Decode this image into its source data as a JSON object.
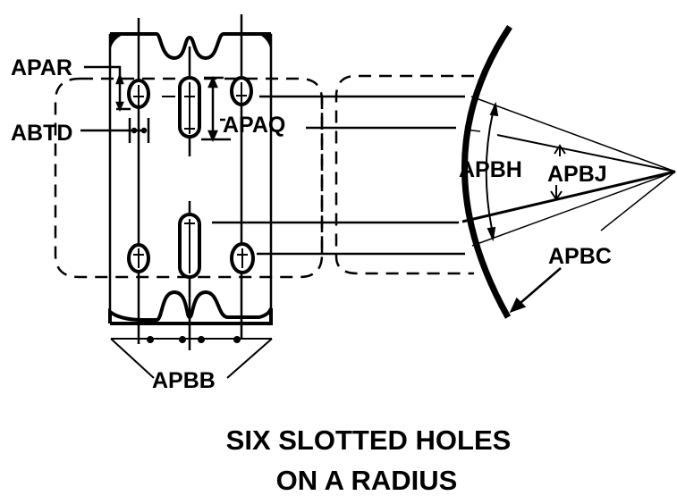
{
  "diagram": {
    "title_line1": "SIX SLOTTED HOLES",
    "title_line2": "ON A RADIUS",
    "labels": {
      "apar": "APAR",
      "abtd": "ABTD",
      "apaq": "APAQ",
      "apbb": "APBB",
      "apbh": "APBH",
      "apbj": "APBJ",
      "apbc": "APBC"
    },
    "line_color": "#000000",
    "background_color": "#ffffff"
  }
}
